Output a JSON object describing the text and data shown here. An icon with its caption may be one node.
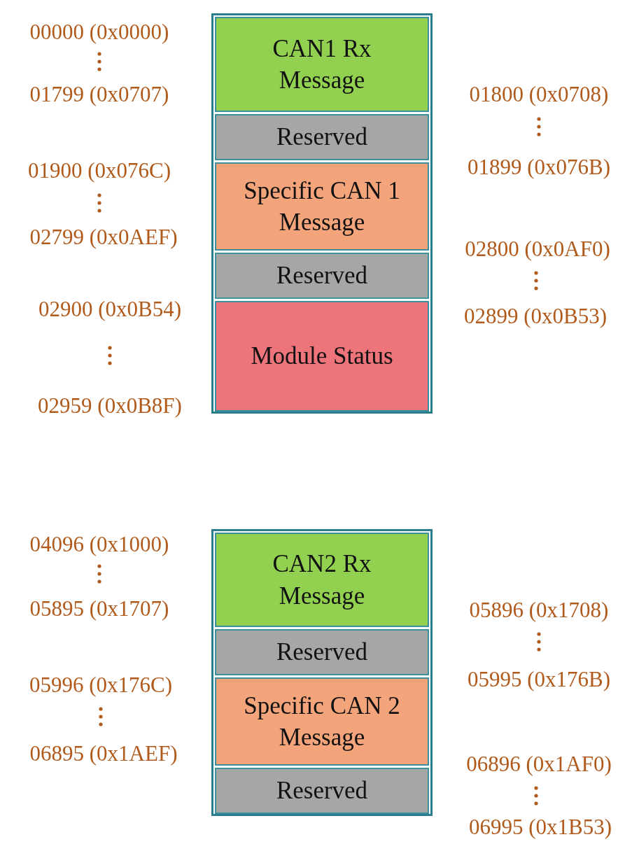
{
  "diagram": {
    "nodes": [
      {
        "text": [],
        "shape": "box"
      },
      {
        "text": [
          "CAN1 Rx Message"
        ],
        "in": 0
      },
      {
        "text": [
          "Reserved"
        ],
        "in": 0
      },
      {
        "text": [
          "Specific CAN 1 Message"
        ],
        "in": 0
      },
      {
        "text": [
          "Reserved"
        ],
        "in": 0
      },
      {
        "text": [
          "Module Status"
        ],
        "in": 0
      },
      {
        "text": [],
        "shape": "box"
      },
      {
        "text": [
          "CAN2 Rx Message"
        ],
        "in": 6
      },
      {
        "text": [
          "Reserved"
        ],
        "in": 6
      },
      {
        "text": [
          "Specific CAN 2 Message"
        ],
        "in": 6
      },
      {
        "text": [
          "Reserved"
        ],
        "in": 6
      }
    ],
    "labels": [
      "00000 (0x0000)",
      "01799 (0x0707)",
      "01800 (0x0708)",
      "01899 (0x076B)",
      "01900 (0x076C)",
      "02799 (0x0AEF)",
      "02800 (0x0AF0)",
      "02900 (0x0B54)",
      "02899 (0x0B53)",
      "02959 (0x0B8F)",
      "04096 (0x1000)",
      "05895 (0x1707)",
      "05896 (0x1708)",
      "05995 (0x176B)",
      "05996 (0x176C)",
      "06895 (0x1AEF)",
      "06896 (0x1AF0)",
      "06995 (0x1B53)"
    ]
  }
}
